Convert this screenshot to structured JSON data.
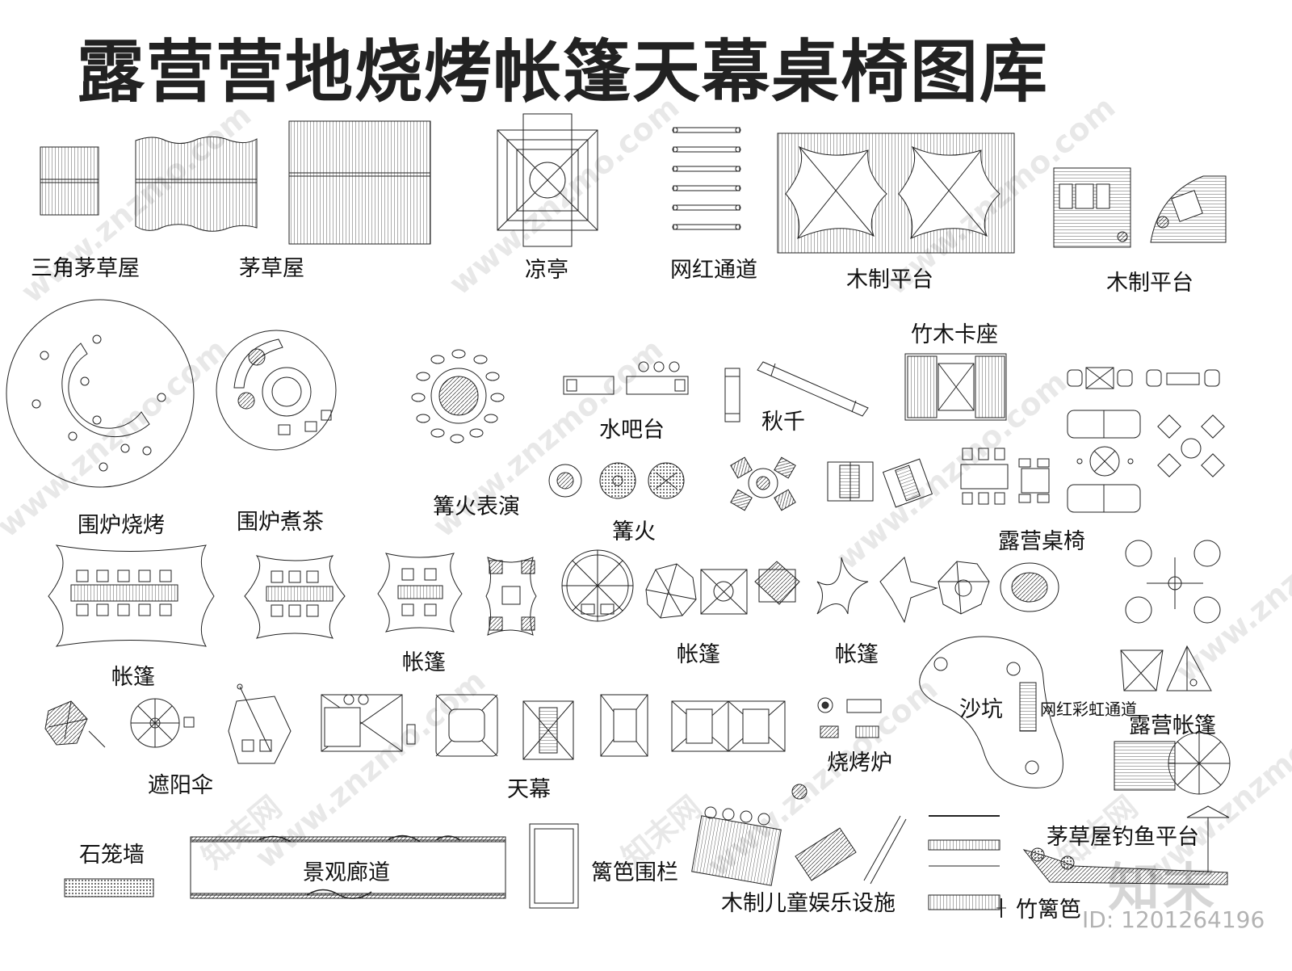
{
  "title": "露营营地烧烤帐篷天幕桌椅图库",
  "labels": {
    "triangle_hut": "三角茅草屋",
    "thatch_hut": "茅草屋",
    "pavilion": "凉亭",
    "net_passage": "网红通道",
    "wood_platform_1": "木制平台",
    "wood_platform_2": "木制平台",
    "bamboo_booth": "竹木卡座",
    "water_bar": "水吧台",
    "swing": "秋千",
    "fire_bbq": "围炉烧烤",
    "fire_tea": "围炉煮茶",
    "bonfire_show": "篝火表演",
    "bonfire": "篝火",
    "camp_table": "露营桌椅",
    "tent_1": "帐篷",
    "tent_2": "帐篷",
    "tent_3": "帐篷",
    "tent_4": "帐篷",
    "sandpit": "沙坑",
    "rainbow_passage": "网红彩虹通道",
    "camp_tent": "露营帐篷",
    "parasol": "遮阳伞",
    "canopy": "天幕",
    "bbq_grill": "烧烤炉",
    "gabion_wall": "石笼墙",
    "corridor": "景观廊道",
    "fence": "篱笆围栏",
    "kids_facility": "木制儿童娱乐设施",
    "bamboo_fence": "竹篱笆",
    "fishing_platform": "茅草屋钓鱼平台"
  },
  "watermark": {
    "site": "www.znzmo.com",
    "brand": "知末网",
    "logo": "知末",
    "id": "ID: 1201264196"
  },
  "colors": {
    "line": "#222222",
    "title": "#222222"
  }
}
